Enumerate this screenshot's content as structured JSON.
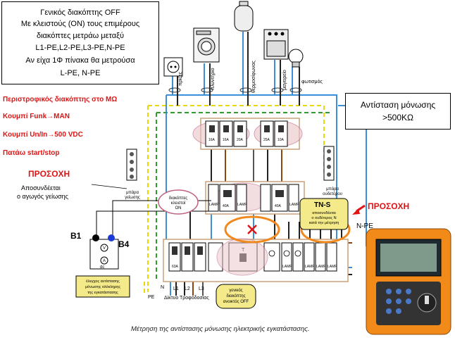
{
  "info_box": {
    "lines": [
      "Γενικός διακόπτης OFF",
      "Με κλειστούς (ON) τους επιμέρους",
      "διακόπτες μετράω μεταξύ",
      "L1-PE,L2-PE,L3-PE,N-PE",
      "Αν είχα 1Φ πίνακα θα μετρούσα",
      "L-PE, N-PE"
    ]
  },
  "steps": [
    "Περιστροφικός διακόπτης στο ΜΩ",
    "Κουμπί Funk→MAN",
    "Κουμπί Un/In→500 VDC",
    "Πατάω start/stop"
  ],
  "resistance_box": {
    "line1": "Αντίσταση μόνωσης",
    "line2": ">500ΚΩ"
  },
  "warning_left": {
    "title": "ΠΡΟΣΟΧΗ",
    "line1": "Αποσυνδέεται",
    "line2": "ο αγωγός γείωσης"
  },
  "warning_right": {
    "title": "ΠΡΟΣΟΧΗ"
  },
  "tns": {
    "title": "TN-S",
    "line1": "αποσυνδέεται",
    "line2": "ο ουδέτερος N",
    "line3": "κατά την μέτρηση",
    "npe": "N-PE"
  },
  "labels": {
    "b1": "B1",
    "b4": "B4",
    "bar_ground": [
      "μπάρα",
      "γείωσης"
    ],
    "bar_neutral": [
      "μπάρα",
      "ουδετέρου"
    ],
    "switches_closed": [
      "διακόπτες",
      "κλειστοί",
      "ON"
    ],
    "main_off": [
      "γενικός",
      "διακόπτης",
      "ανοικτός OFF"
    ],
    "check_box": [
      "έλεγχος αντίστασης",
      "μόνωσης ολόκληρης",
      "της εγκατάστασης"
    ],
    "lines": [
      "N",
      "L1",
      "L2",
      "L3",
      "PE"
    ],
    "network": "Δίκτυο Τροφοδοσίας",
    "caption": "Μέτρηση της αντίστασης μόνωσης ηλεκτρικής εγκατάστασης.",
    "loads": [
      "πρίζες",
      "πλυντήριο",
      "θερμοσίφωνας",
      "μαγειρείο",
      "φωτισμός"
    ],
    "breakers_top": [
      "16A",
      "16A",
      "20A",
      "25A",
      "10A"
    ],
    "rcd": [
      "40A",
      "40A"
    ],
    "lamp": "LAMP",
    "meter_v": "V",
    "meter_a": "A",
    "meter_dc": "dc",
    "breaker_t": "T",
    "main_breaker": "63A"
  }
}
